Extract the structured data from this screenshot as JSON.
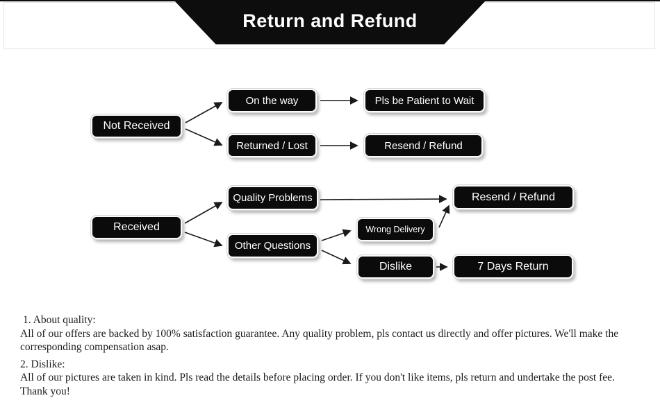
{
  "banner": {
    "title": "Return and Refund"
  },
  "flowchart": {
    "nodes": {
      "not_received": "Not Received",
      "on_the_way": "On the way",
      "pls_be_patient": "Pls be Patient to Wait",
      "returned_lost": "Returned / Lost",
      "resend_refund_top": "Resend / Refund",
      "received": "Received",
      "quality_problems": "Quality Problems",
      "resend_refund_bottom": "Resend / Refund",
      "other_questions": "Other Questions",
      "wrong_delivery": "Wrong Delivery",
      "dislike": "Dislike",
      "seven_days_return": "7 Days Return"
    }
  },
  "notes": {
    "section1": {
      "title": "1. About quality:",
      "lines": [
        "All of our offers are backed by 100% satisfaction guarantee. Any quality problem, pls contact us directly and offer pictures. We'll make the",
        "corresponding compensation asap."
      ]
    },
    "section2": {
      "title": "2. Dislike:",
      "lines": [
        "All of our pictures are taken in kind. Pls read the details before placing order. If you don't like items, pls return and undertake the post fee.",
        "Thank you!"
      ]
    }
  },
  "colors": {
    "node_bg": "#0b0b0b",
    "node_text": "#ffffff",
    "banner_bg": "#0d0d0d",
    "arrow": "#1a1a1a",
    "header_border": "#e3e3e3",
    "notes_text": "#1c1c1c"
  }
}
